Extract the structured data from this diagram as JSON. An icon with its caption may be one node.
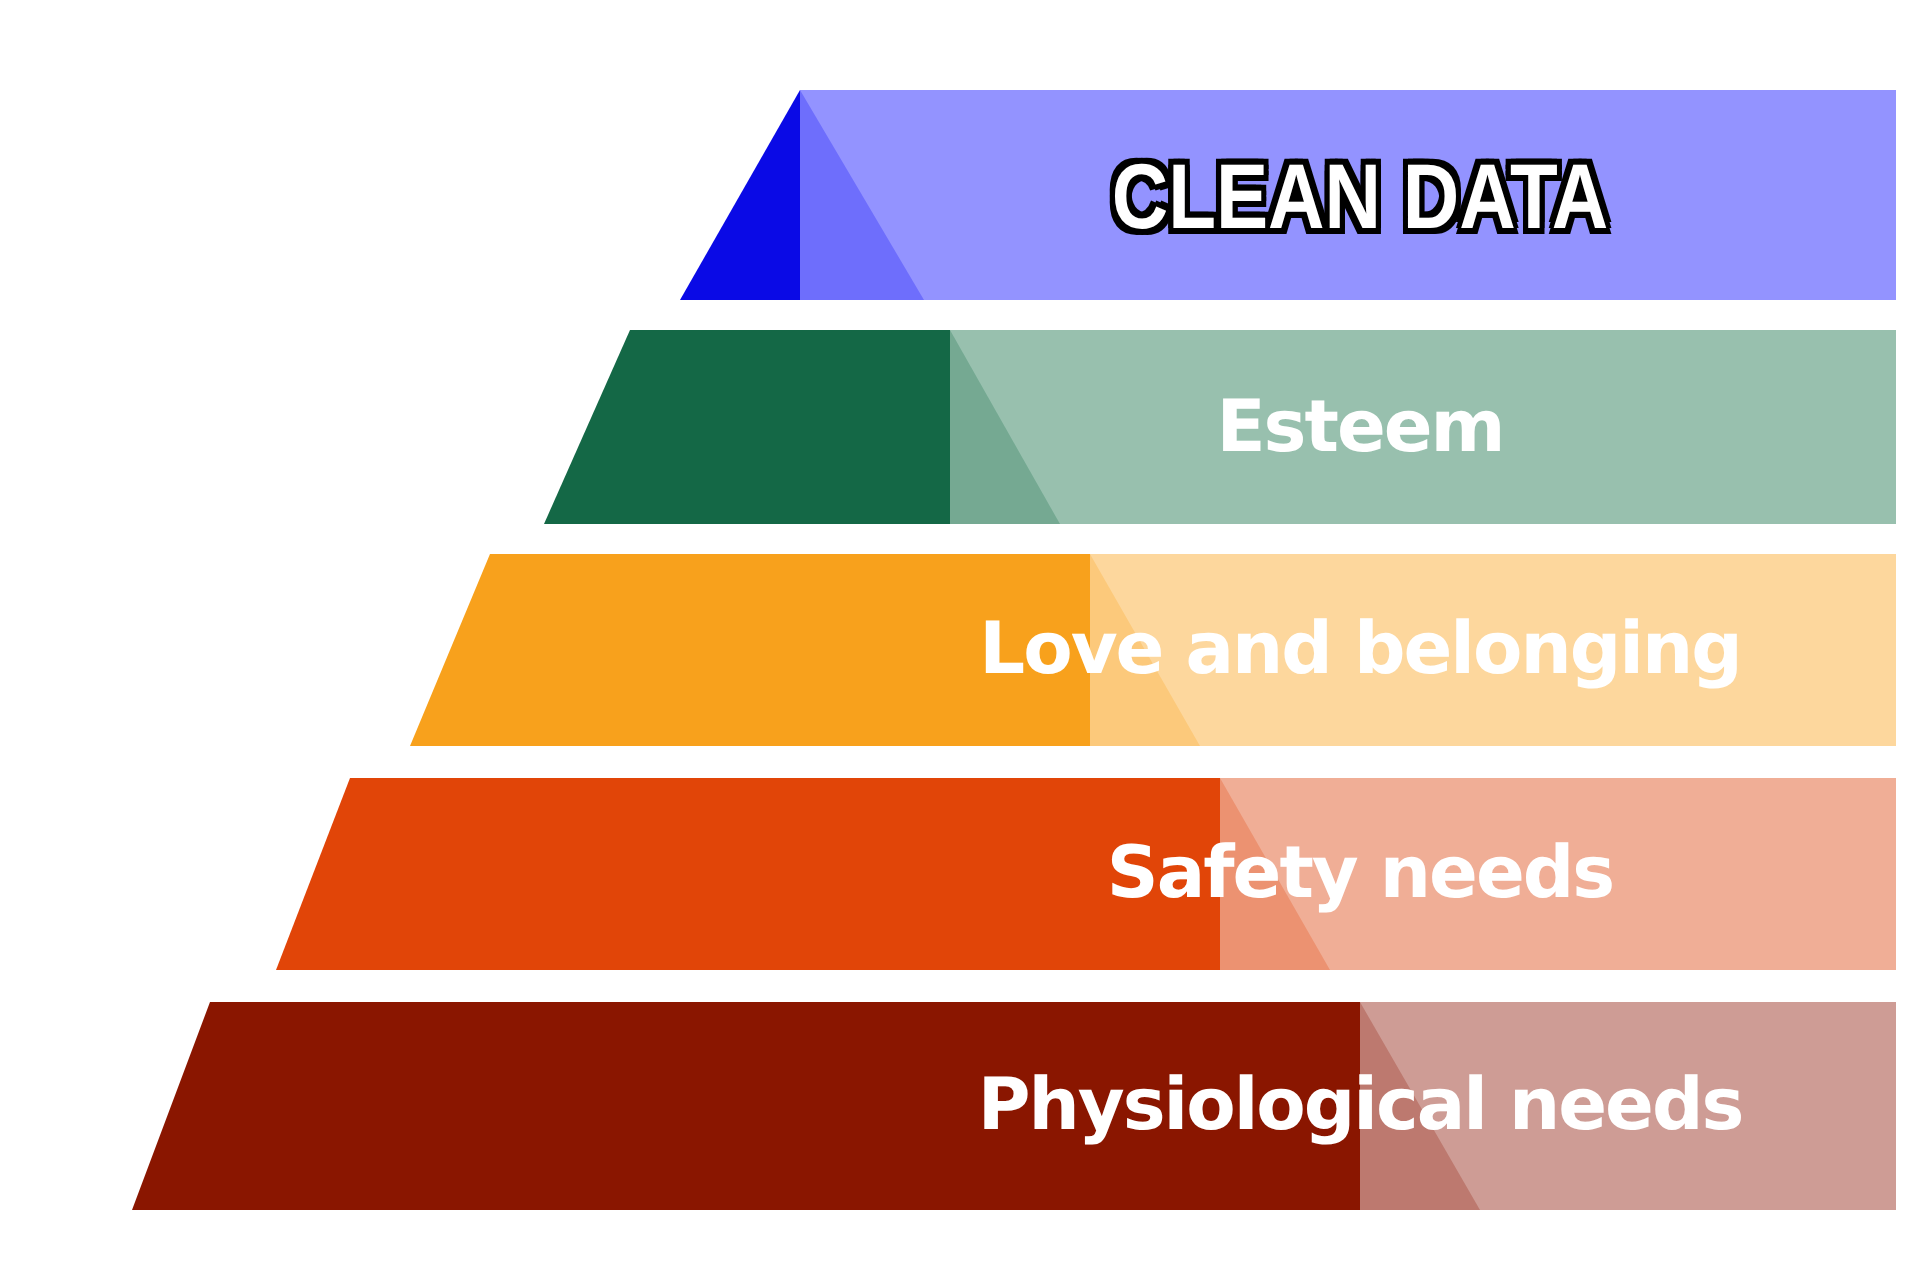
{
  "diagram": {
    "nodes": [
      {
        "text": [
          "CLEAN DATA"
        ]
      },
      {
        "text": [
          "Esteem"
        ]
      },
      {
        "text": [
          "Love and belonging"
        ]
      },
      {
        "text": [
          "Safety needs"
        ]
      },
      {
        "text": [
          "Physiological needs"
        ]
      }
    ]
  }
}
